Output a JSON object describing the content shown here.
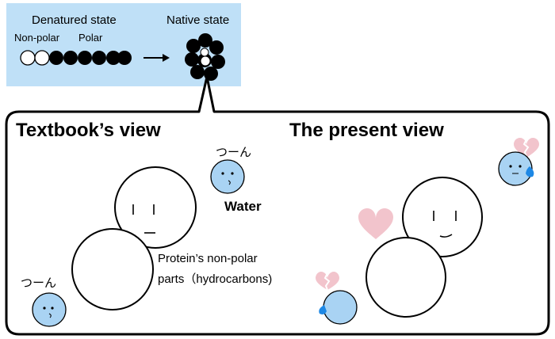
{
  "top_panel": {
    "denatured_title": "Denatured state",
    "native_title": "Native state",
    "nonpolar_label": "Non-polar",
    "polar_label": "Polar"
  },
  "left": {
    "title": "Textbook’s view",
    "water_label": "Water",
    "sulk_top": "つーん",
    "sulk_bottom": "つーん",
    "protein_line1": "Protein’s non-polar",
    "protein_line2": "parts（hydrocarbons)"
  },
  "right": {
    "title": "The present view"
  },
  "colors": {
    "panel_blue": "#bfe0f7",
    "water_blue": "#a9d3f3",
    "heart_pink": "#f2c4cc",
    "tear_blue": "#1e88e5"
  },
  "icons": {
    "heart": "heart-icon",
    "broken_heart": "broken-heart-icon",
    "arrow": "right-arrow-icon"
  }
}
